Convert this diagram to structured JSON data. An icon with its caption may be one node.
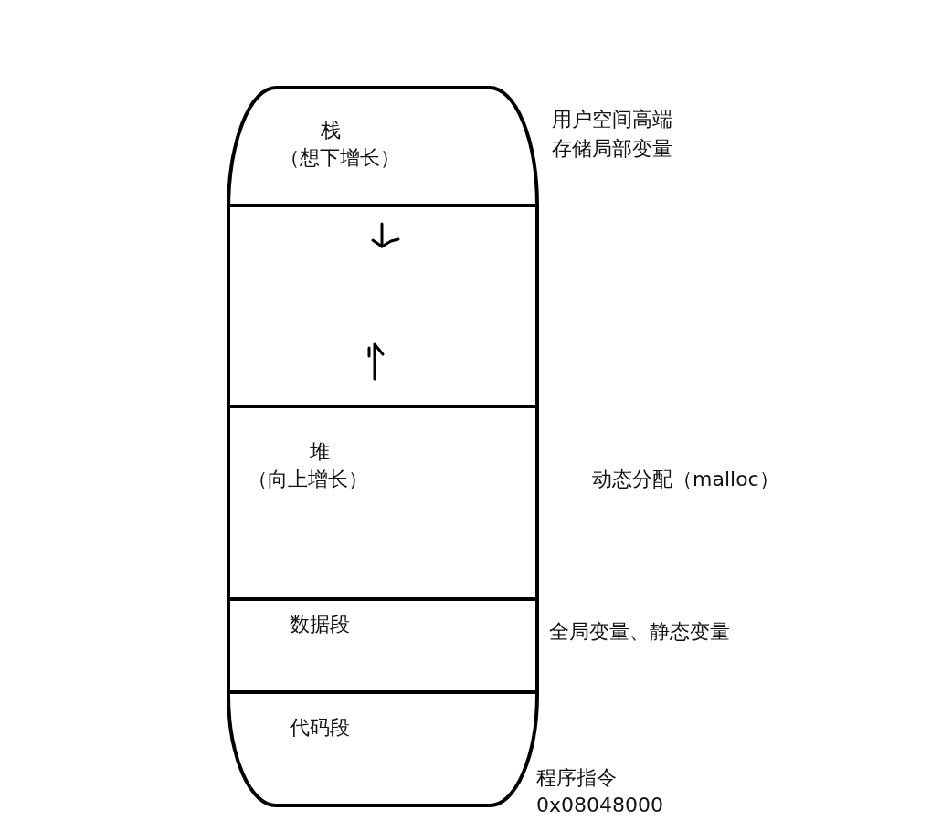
{
  "diagram": {
    "nodes": [
      {
        "text": [],
        "shape": "box"
      },
      {
        "text": [
          "栈",
          "（想下增长）"
        ],
        "in": 0,
        "beside": [
          "用户空间高端",
          "存储局部变量"
        ]
      },
      {
        "text": [],
        "shape": "band",
        "in": 0
      },
      {
        "text": [
          "堆",
          "（向上增长）"
        ],
        "in": 0,
        "beside": [
          "动态分配（malloc）"
        ]
      },
      {
        "text": [
          "数据段"
        ],
        "in": 0,
        "beside": [
          "全局变量、静态变量"
        ]
      },
      {
        "text": [
          "代码段"
        ],
        "in": 0,
        "beside": [
          "程序指令",
          "0x08048000"
        ]
      }
    ]
  }
}
